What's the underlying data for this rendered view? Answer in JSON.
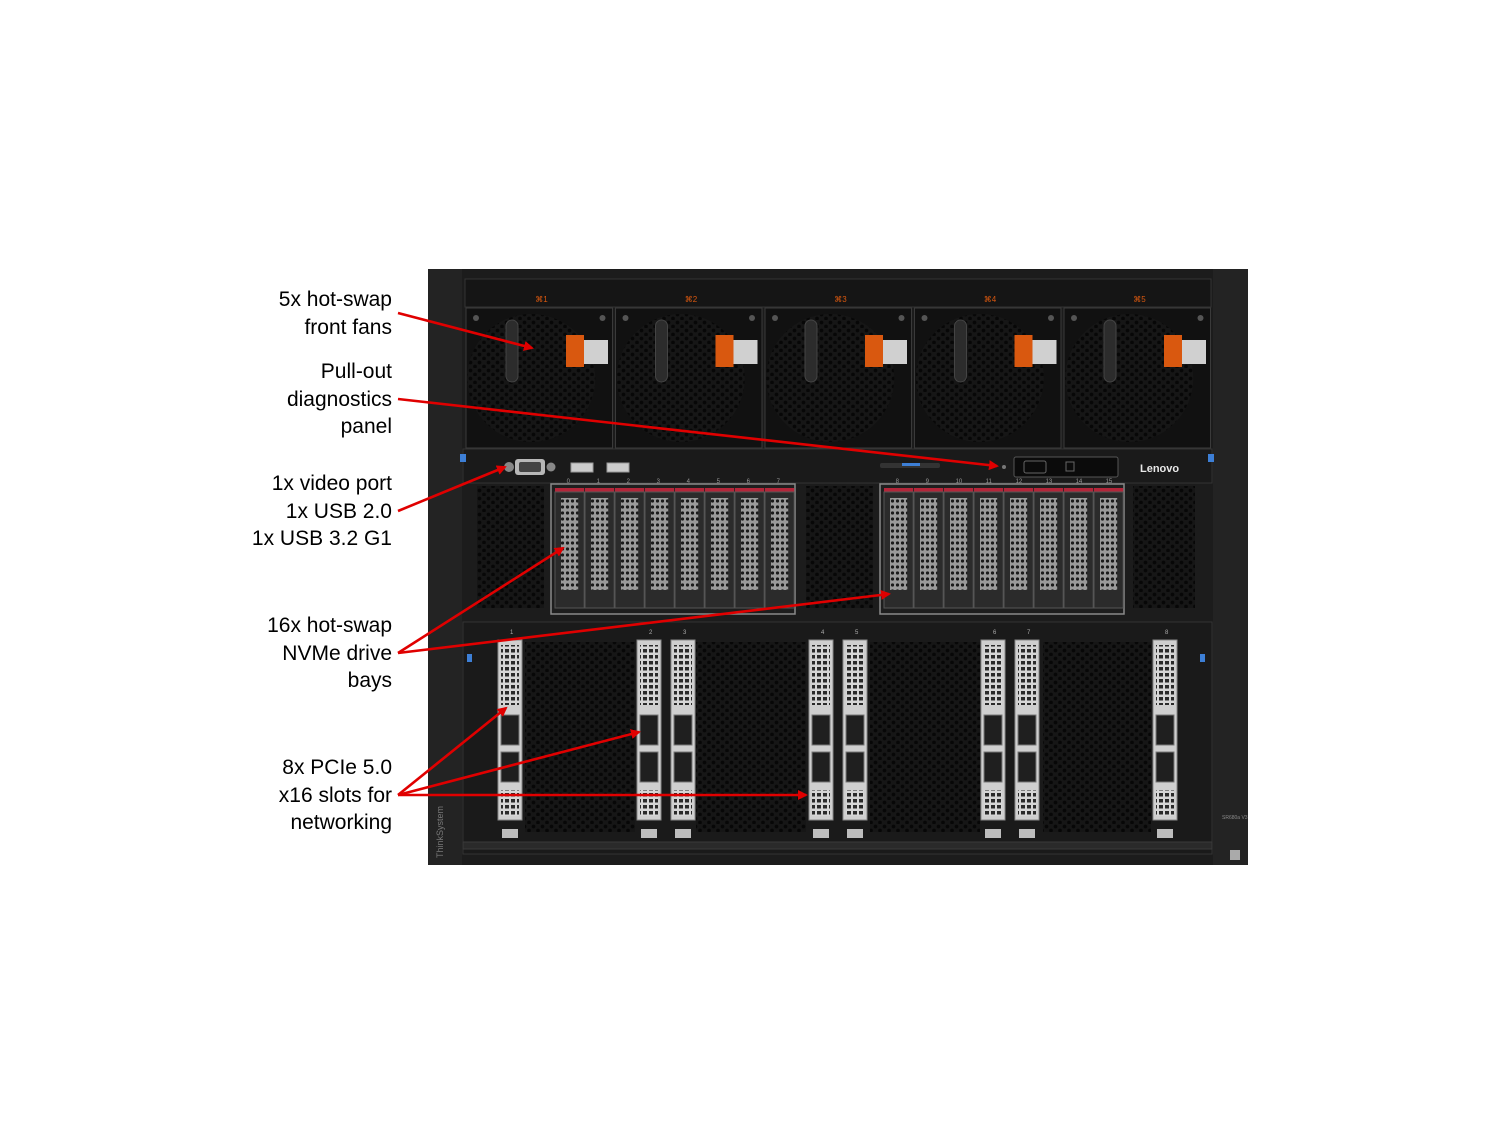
{
  "callouts": {
    "fans": {
      "lines": [
        "5x hot-swap",
        "front fans"
      ]
    },
    "diagnostics": {
      "lines": [
        "Pull-out",
        "diagnostics",
        "panel"
      ]
    },
    "ports": {
      "lines": [
        "1x video port",
        "1x USB 2.0",
        "1x USB 3.2 G1"
      ]
    },
    "drives": {
      "lines": [
        "16x hot-swap",
        "NVMe drive",
        "bays"
      ]
    },
    "pcie": {
      "lines": [
        "8x PCIe 5.0",
        "x16 slots for",
        "networking"
      ]
    }
  },
  "server": {
    "brand": "Lenovo",
    "side_label": "ThinkSystem",
    "model_label": "SR680a V3",
    "fan_numbers": [
      "1",
      "2",
      "3",
      "4",
      "5"
    ],
    "drive_bay_numbers_left": [
      "0",
      "1",
      "2",
      "3",
      "4",
      "5",
      "6",
      "7"
    ],
    "drive_bay_numbers_right": [
      "8",
      "9",
      "10",
      "11",
      "12",
      "13",
      "14",
      "15"
    ],
    "pcie_slot_numbers": [
      "1",
      "2",
      "3",
      "4",
      "5",
      "6",
      "7",
      "8"
    ]
  },
  "colors": {
    "arrow": "#e00000",
    "chassis": "#1c1c1c",
    "fan_latch": "#d9580f",
    "drive_tab": "#b3263a",
    "accent_blue": "#3d7fd6"
  }
}
